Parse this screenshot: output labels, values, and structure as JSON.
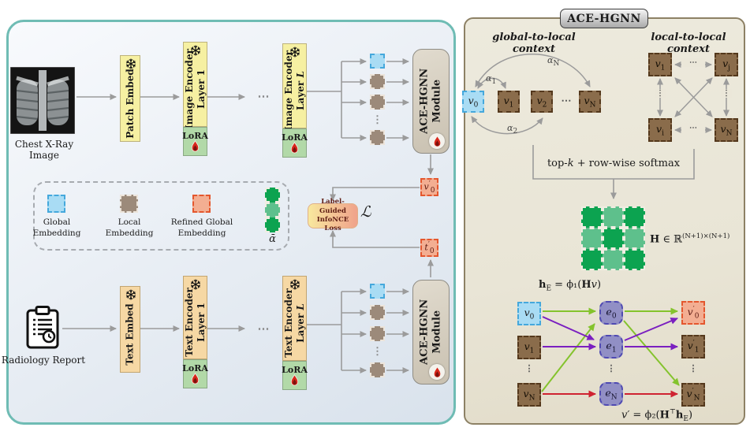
{
  "colors": {
    "panel_teal": "#6fbcb4",
    "panel_right_border": "#8d8165",
    "panel_right_bg": "#ece8db",
    "frozen_yellow": "#f6f0a2",
    "text_tan": "#f6d8a4",
    "lora_green": "#b2d9a8",
    "module_tan": "#d5cec0",
    "global_blue": "#a9dcf4",
    "local_brown": "#9c8a7a",
    "refined_salmon": "#f3ae92",
    "matrix_green_dark": "#0ca350",
    "matrix_green_light": "#5ec08c",
    "edge_green": "#84c32d",
    "edge_purple": "#7a1fc0",
    "edge_red": "#cf2331",
    "arrow_gray": "#9b9b9b"
  },
  "left": {
    "xray_caption": "Chest X-Ray Image",
    "report_caption": "Radiology Report",
    "patch_embed": "Patch Embed",
    "text_embed": "Text Embed",
    "img_enc1": {
      "line1": "Image Encoder",
      "line2": "Layer 1"
    },
    "img_encL": {
      "line1": "Image Encoder",
      "line2a": "Layer ",
      "line2b": "L"
    },
    "txt_enc1": {
      "line1": "Text Encoder",
      "line2": "Layer 1"
    },
    "txt_encL": {
      "line1": "Text Encoder",
      "line2a": "Layer ",
      "line2b": "L"
    },
    "lora": "LoRA",
    "hdots": "⋯",
    "vdots": "⋮",
    "module": {
      "line1": "ACE-HGNN",
      "line2": "Module"
    },
    "v0p": {
      "base": "v",
      "sup": "′",
      "sub": "0"
    },
    "t0p": {
      "base": "t",
      "sup": "′",
      "sub": "0"
    },
    "loss": {
      "line1": "Label-Guided",
      "line2": "InfoNCE Loss",
      "symbol": "ℒ"
    },
    "legend": {
      "items": [
        {
          "line1": "Global",
          "line2": "Embedding"
        },
        {
          "line1": "Local",
          "line2": "Embedding"
        },
        {
          "line1": "Refined Global",
          "line2": "Embedding"
        }
      ],
      "alpha_label": "ᾱ"
    }
  },
  "right": {
    "title": "ACE-HGNN",
    "g2l_heading": "global-to-local context",
    "l2l_heading": "local-to-local context",
    "g2l": {
      "v0": {
        "base": "v",
        "sub": "0"
      },
      "v1": {
        "base": "v",
        "sub": "1"
      },
      "v2": {
        "base": "v",
        "sub": "2"
      },
      "vN": {
        "base": "v",
        "sub": "N"
      },
      "dots": "⋯",
      "alpha1": {
        "base": "α",
        "sub": "1"
      },
      "alpha2": {
        "base": "α",
        "sub": "2"
      },
      "alphaN": {
        "base": "α",
        "sub": "N"
      }
    },
    "l2l": {
      "v1": {
        "base": "v",
        "sub": "1"
      },
      "vj": {
        "base": "v",
        "sub": "j"
      },
      "vi": {
        "base": "v",
        "sub": "i"
      },
      "vN": {
        "base": "v",
        "sub": "N"
      },
      "hdots": "⋯",
      "vdots": "⋮"
    },
    "softmax": {
      "pre": "top-",
      "k": "k",
      "post": " + row-wise softmax"
    },
    "H_formula": {
      "H": "H",
      "mid": " ∈ ℝ",
      "sup": "(N+1)×(N+1)"
    },
    "hE_formula": {
      "h": "h",
      "hsub": "E",
      "mid": " = ϕ₁(",
      "H": "H",
      "v": "v",
      "close": ")"
    },
    "vp_formula": {
      "v": "v′",
      "mid": " = ϕ₂(",
      "H": "H",
      "sup": "⊤",
      "h": "h",
      "hsub": "E",
      "close": ")"
    },
    "bip": {
      "v0": {
        "base": "v",
        "sub": "0"
      },
      "v1": {
        "base": "v",
        "sub": "1"
      },
      "vN": {
        "base": "v",
        "sub": "N"
      },
      "e0": {
        "base": "e",
        "sub": "0"
      },
      "e1": {
        "base": "e",
        "sub": "1"
      },
      "eN": {
        "base": "e",
        "sub": "N"
      },
      "v0p": {
        "base": "v",
        "sup": "′",
        "sub": "0"
      },
      "v1p": {
        "base": "v",
        "sup": "′",
        "sub": "1"
      },
      "vNp": {
        "base": "v",
        "sup": "′",
        "sub": "N"
      },
      "vdots": "⋮"
    }
  }
}
